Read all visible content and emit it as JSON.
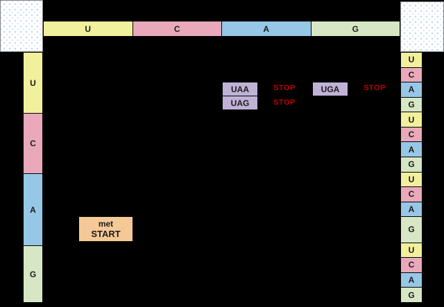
{
  "palette": {
    "background": "#000000",
    "yellow": "#f1f09c",
    "pink": "#e9a9bb",
    "blue": "#97c7e6",
    "green": "#d7e6c4",
    "purple": "#c0b2d7",
    "orange": "#f4c997",
    "stop_red": "#c00000",
    "corner_bg": "#ffffff",
    "corner_dot": "#b9d2ec"
  },
  "labels": {
    "stop": "STOP"
  },
  "top_header": {
    "cells": [
      {
        "label": "U",
        "color": "yellow"
      },
      {
        "label": "C",
        "color": "pink"
      },
      {
        "label": "A",
        "color": "blue"
      },
      {
        "label": "G",
        "color": "green"
      }
    ]
  },
  "left_column": {
    "cells": [
      {
        "label": "U",
        "color": "yellow"
      },
      {
        "label": "C",
        "color": "pink"
      },
      {
        "label": "A",
        "color": "blue"
      },
      {
        "label": "G",
        "color": "green"
      }
    ]
  },
  "right_column": {
    "cells": [
      {
        "label": "U",
        "color": "yellow"
      },
      {
        "label": "C",
        "color": "pink"
      },
      {
        "label": "A",
        "color": "blue"
      },
      {
        "label": "G",
        "color": "green"
      },
      {
        "label": "U",
        "color": "yellow"
      },
      {
        "label": "C",
        "color": "pink"
      },
      {
        "label": "A",
        "color": "blue"
      },
      {
        "label": "G",
        "color": "green"
      },
      {
        "label": "U",
        "color": "yellow"
      },
      {
        "label": "C",
        "color": "pink"
      },
      {
        "label": "A",
        "color": "blue"
      },
      {
        "label": "G",
        "color": "green",
        "tall": true
      },
      {
        "label": "U",
        "color": "yellow"
      },
      {
        "label": "C",
        "color": "pink"
      },
      {
        "label": "A",
        "color": "blue"
      },
      {
        "label": "G",
        "color": "green"
      }
    ]
  },
  "codons": {
    "uaa": "UAA",
    "uag": "UAG",
    "uga": "UGA",
    "start_amino": "met",
    "start_label": "START"
  }
}
